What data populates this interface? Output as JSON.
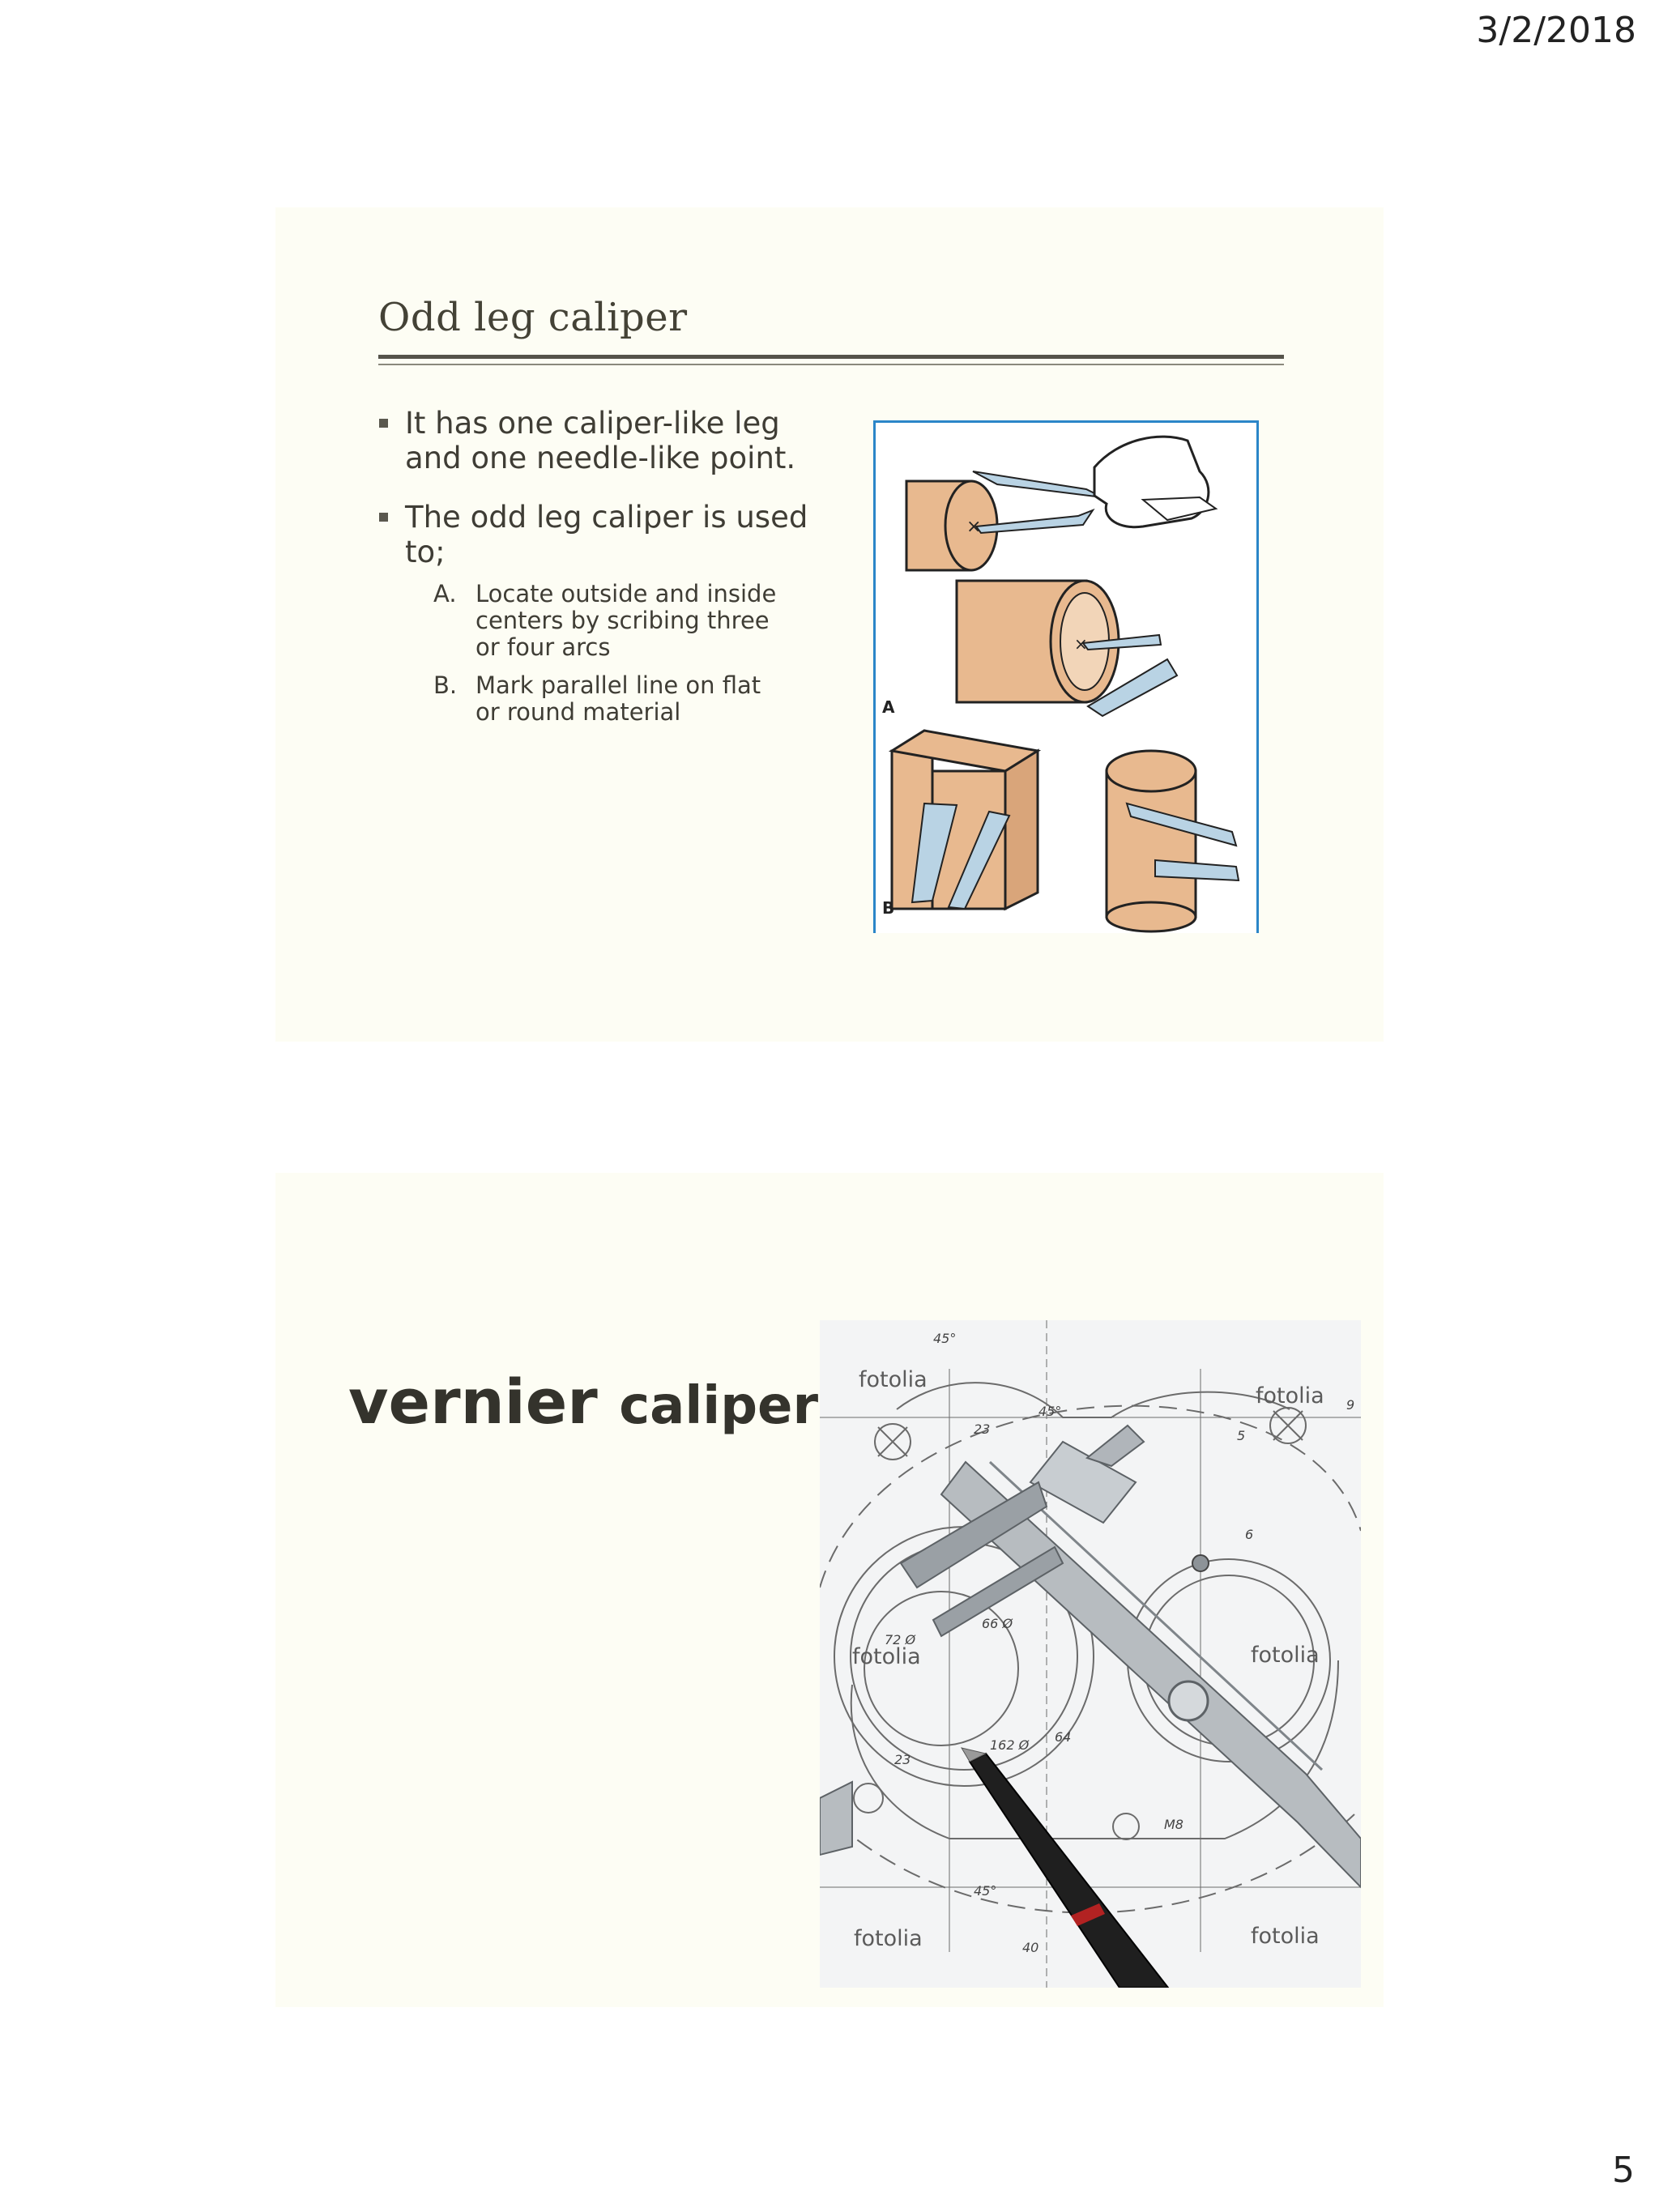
{
  "header": {
    "date": "3/2/2018"
  },
  "footer": {
    "page_number": "5"
  },
  "slide1": {
    "title": "Odd leg caliper",
    "bullets": [
      "It has one caliper-like leg and one needle-like point.",
      "The odd leg caliper is used to;"
    ],
    "sub_items": [
      {
        "letter": "A.",
        "text": "Locate outside and inside centers by scribing three or four arcs"
      },
      {
        "letter": "B.",
        "text": "Mark parallel line on flat or round material"
      }
    ],
    "figure": {
      "label_a": "A",
      "label_b": "B"
    }
  },
  "slide2": {
    "title_part1": "vernier ",
    "title_part2": "caliper",
    "photo": {
      "watermark": "fotolia",
      "dimension_labels": [
        "45°",
        "23",
        "45°",
        "6",
        "66 Ø",
        "72 Ø",
        "162 Ø",
        "64",
        "23",
        "M8",
        "45°",
        "40",
        "5",
        "9"
      ]
    }
  }
}
